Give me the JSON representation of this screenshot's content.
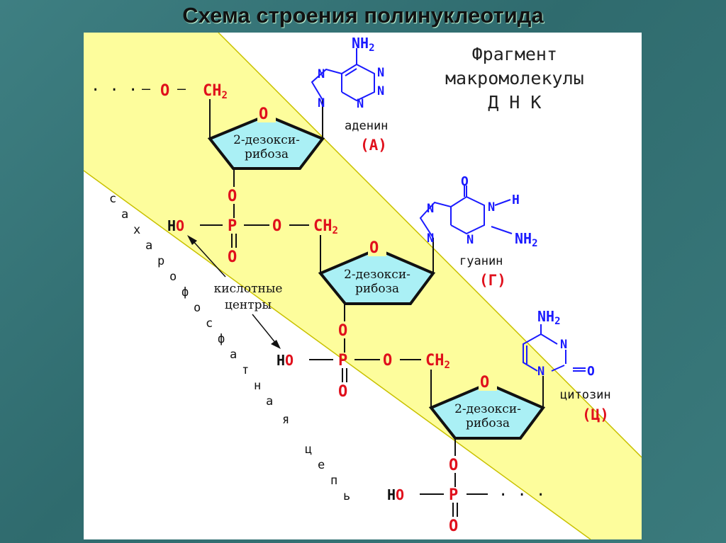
{
  "title": "Схема строения полинуклеотида",
  "heading": {
    "line1": "Фрагмент",
    "line2": "макромолекулы",
    "line3": "Д Н К"
  },
  "sugar": {
    "line1": "2-дезокси-",
    "line2": "рибоза"
  },
  "atoms": {
    "O": "O",
    "P": "P",
    "HO": "HO",
    "H": "H",
    "N": "N",
    "CH2": "CH",
    "NH2": "NH",
    "sub2": "2",
    "dots": "· · ·",
    "dash": "—"
  },
  "bases": {
    "adenine": {
      "name": "аденин",
      "code": "(А)"
    },
    "guanine": {
      "name": "гуанин",
      "code": "(Г)"
    },
    "cytosine": {
      "name": "цитозин",
      "code": "(Ц)"
    }
  },
  "acid_label": {
    "line1": "кислотные",
    "line2": "центры"
  },
  "chain_letters": [
    "с",
    "а",
    "х",
    "а",
    "р",
    "о",
    "ф",
    "о",
    "с",
    "ф",
    "а",
    "т",
    "н",
    "а",
    "я",
    "ц",
    "е",
    "п",
    "ь"
  ],
  "colors": {
    "band": "#fdfd9c",
    "sugar_fill": "#aaf0f5",
    "oxygen": "#e0101c",
    "nitrogen": "#1a1aff"
  }
}
